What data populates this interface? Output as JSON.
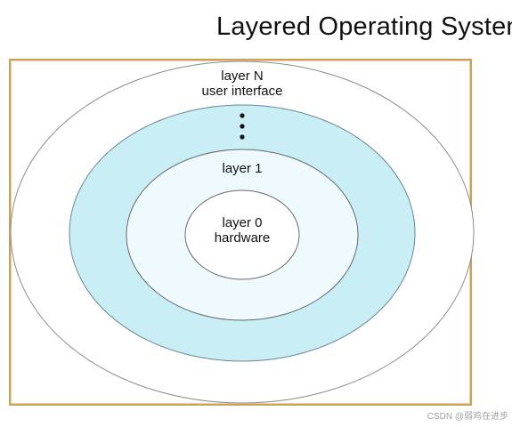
{
  "title": "Layered Operating Systen",
  "layers": {
    "outer": {
      "name": "layer N",
      "desc": "user interface"
    },
    "middle": {
      "name": "layer 1"
    },
    "inner": {
      "name": "layer 0",
      "desc": "hardware"
    }
  },
  "watermark": "CSDN @弱鸡在进步",
  "colors": {
    "outer_fill": "#ffffff",
    "band_fill": "#c9eef6",
    "layer1_fill": "#eefafd",
    "core_fill": "#ffffff",
    "frame": "#c9a15a"
  }
}
